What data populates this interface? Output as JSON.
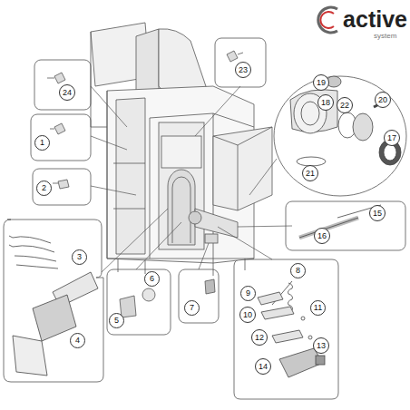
{
  "diagram": {
    "nodes": [
      {
        "text": [
          "1"
        ]
      },
      {
        "text": [
          "2"
        ]
      },
      {
        "text": [
          "3"
        ]
      },
      {
        "text": [
          "4"
        ]
      },
      {
        "text": [
          "5"
        ]
      },
      {
        "text": [
          "6"
        ]
      },
      {
        "text": [
          "7"
        ]
      },
      {
        "text": [
          "8"
        ]
      },
      {
        "text": [
          "9"
        ]
      },
      {
        "text": [
          "10"
        ]
      },
      {
        "text": [
          "11"
        ]
      },
      {
        "text": [
          "12"
        ]
      },
      {
        "text": [
          "13"
        ]
      },
      {
        "text": [
          "14"
        ]
      },
      {
        "text": [
          "15"
        ]
      },
      {
        "text": [
          "16"
        ]
      },
      {
        "text": [
          "17"
        ]
      },
      {
        "text": [
          "18"
        ]
      },
      {
        "text": [
          "19"
        ]
      },
      {
        "text": [
          "20"
        ]
      },
      {
        "text": [
          "21"
        ]
      },
      {
        "text": [
          "22"
        ]
      },
      {
        "text": [
          "23"
        ]
      },
      {
        "text": [
          "24"
        ]
      }
    ],
    "edges": [],
    "labels": [
      "active",
      "system"
    ]
  }
}
